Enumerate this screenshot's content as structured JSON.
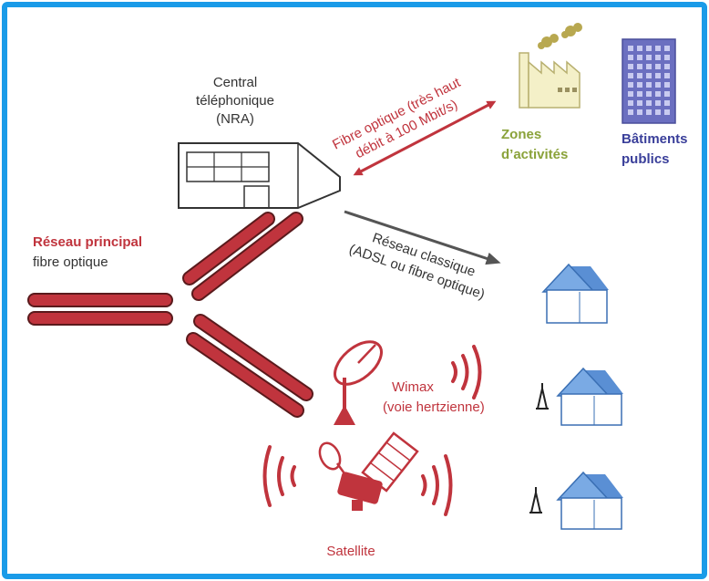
{
  "colors": {
    "frame": "#1a9be8",
    "fiber_red": "#c0343d",
    "fiber_dark": "#5a1a1c",
    "grey_arrow": "#555555",
    "zone_green": "#8aa23a",
    "building_blue": "#6b6fc0",
    "house_blue": "#5a8fd4",
    "factory_fill": "#f4f0c8",
    "text_dark": "#333333"
  },
  "labels": {
    "central_line1": "Central",
    "central_line2": "téléphonique",
    "central_line3": "(NRA)",
    "fibre_line1": "Fibre optique (très haut",
    "fibre_line2": "débit à 100 Mbit/s)",
    "zones_line1": "Zones",
    "zones_line2": "d’activités",
    "batiments_line1": "Bâtiments",
    "batiments_line2": "publics",
    "reseau_principal_line1": "Réseau principal",
    "reseau_principal_line2": "fibre optique",
    "classique_line1": "Réseau classique",
    "classique_line2": "(ADSL ou fibre optique)",
    "wimax_line1": "Wimax",
    "wimax_line2": "(voie hertzienne)",
    "satellite": "Satellite"
  },
  "icons": [
    "central-building-icon",
    "factory-icon",
    "office-tower-icon",
    "house-icon",
    "antenna-icon",
    "satellite-dish-icon",
    "satellite-icon",
    "signal-waves-icon"
  ]
}
